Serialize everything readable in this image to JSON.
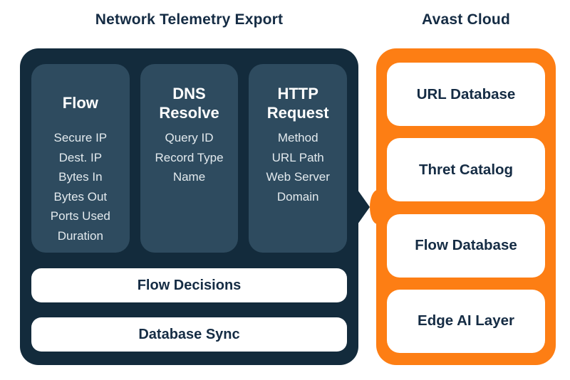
{
  "left_panel": {
    "title": "Network Telemetry Export",
    "cards": [
      {
        "title": "Flow",
        "items": [
          "Secure IP",
          "Dest. IP",
          "Bytes In",
          "Bytes Out",
          "Ports Used",
          "Duration"
        ]
      },
      {
        "title": "DNS Resolve",
        "items": [
          "Query ID",
          "Record Type",
          "Name"
        ]
      },
      {
        "title": "HTTP Request",
        "items": [
          "Method",
          "URL Path",
          "Web Server Domain"
        ]
      }
    ],
    "bars": [
      "Flow Decisions",
      "Database Sync"
    ]
  },
  "right_panel": {
    "title": "Avast Cloud",
    "cards": [
      "URL Database",
      "Thret Catalog",
      "Flow Database",
      "Edge AI Layer"
    ]
  },
  "colors": {
    "background": "#ffffff",
    "panel_dark_navy": "#132b3c",
    "card_slate_blue": "#2e4b5f",
    "panel_orange": "#fd7e14",
    "heading_navy": "#152c44",
    "item_text": "#e3eaee"
  }
}
